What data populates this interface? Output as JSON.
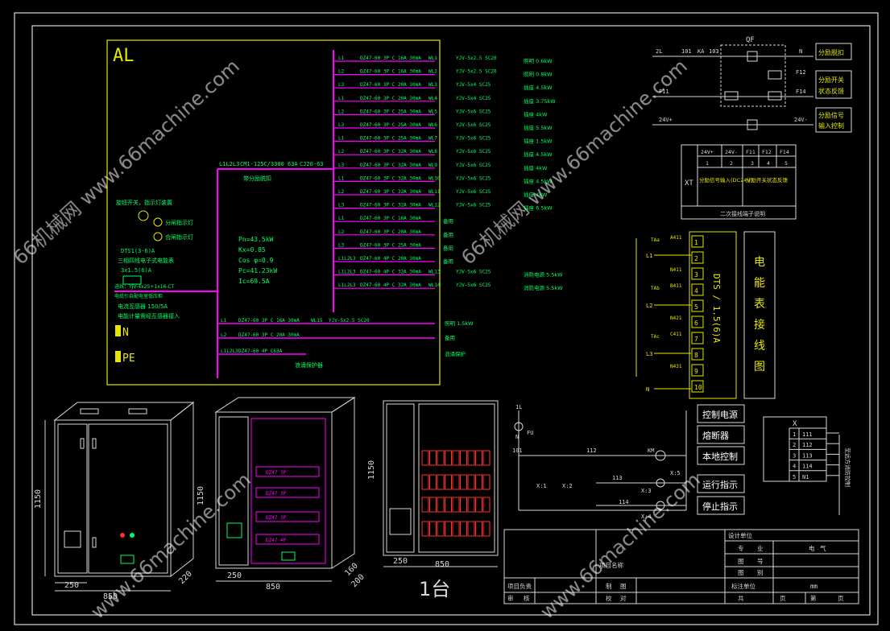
{
  "panel": {
    "title": "AL",
    "incoming_note": "进线：YJV-4x25+1x16-CT",
    "incoming_note2": "电缆引自配电室低压柜",
    "main_breaker": "CM1-125C/3300 63A",
    "main_breaker_note": "带分励脱扣",
    "contactor": "CJ20-63",
    "meter_label": "DTS1(3-6)A",
    "meter_desc": "三相四线电子式电能表",
    "meter_spec": "3x1.5(6)A",
    "ct_label": "电流互感器 150/5A",
    "ct_note": "电能计量需经互感器接入",
    "surge": "浪涌保护器",
    "switch_note": "旋钮开关，指示灯装置",
    "lamp1": "分闸指示灯",
    "lamp2": "合闸指示灯",
    "neutral_bus": "N",
    "pe_bus": "PE",
    "calc": {
      "pn": "Pn=43.5kW",
      "kx": "Kx=0.85",
      "cos": "Cos φ=0.9",
      "pc": "Pc=41.23kW",
      "ic": "Ic=69.5A"
    },
    "circuits": [
      {
        "phase": "L1",
        "breaker": "DZ47-60 3P C 16A 30mA",
        "id": "WL1",
        "cable": "YJV-5x2.5 SC20",
        "load": "照明 0.6kW"
      },
      {
        "phase": "L2",
        "breaker": "DZ47-60 3P C 16A 30mA",
        "id": "WL2",
        "cable": "YJV-5x2.5 SC20",
        "load": "照明 0.8kW"
      },
      {
        "phase": "L3",
        "breaker": "DZ47-60 3P C 20A 30mA",
        "id": "WL3",
        "cable": "YJV-5x4 SC25",
        "load": "插座 4.5kW"
      },
      {
        "phase": "L1",
        "breaker": "DZ47-60 3P C 20A 30mA",
        "id": "WL4",
        "cable": "YJV-5x4 SC25",
        "load": "插座 3.75kW"
      },
      {
        "phase": "L2",
        "breaker": "DZ47-60 3P C 25A 30mA",
        "id": "WL5",
        "cable": "YJV-5x6 SC25",
        "load": "插座 4kW"
      },
      {
        "phase": "L3",
        "breaker": "DZ47-60 3P C 25A 30mA",
        "id": "WL6",
        "cable": "YJV-5x6 SC25",
        "load": "插座 5.5kW"
      },
      {
        "phase": "L1",
        "breaker": "DZ47-60 3P C 25A 30mA",
        "id": "WL7",
        "cable": "YJV-5x6 SC25",
        "load": "插座 1.5kW"
      },
      {
        "phase": "L2",
        "breaker": "DZ47-60 3P C 32A 30mA",
        "id": "WL8",
        "cable": "YJV-5x6 SC25",
        "load": "插座 4.5kW"
      },
      {
        "phase": "L3",
        "breaker": "DZ47-60 3P C 32A 30mA",
        "id": "WL9",
        "cable": "YJV-5x6 SC25",
        "load": "插座 4kW"
      },
      {
        "phase": "L1",
        "breaker": "DZ47-60 3P C 32A 30mA",
        "id": "WL10",
        "cable": "YJV-5x6 SC25",
        "load": "插座 4.5kW"
      },
      {
        "phase": "L2",
        "breaker": "DZ47-60 3P C 32A 30mA",
        "id": "WL11",
        "cable": "YJV-5x6 SC25",
        "load": "插座 4kW"
      },
      {
        "phase": "L3",
        "breaker": "DZ47-60 3P C 32A 30mA",
        "id": "WL12",
        "cable": "YJV-5x6 SC25",
        "load": "插座 6.5kW"
      },
      {
        "phase": "L1",
        "breaker": "DZ47-60 3P C 16A 30mA",
        "id": "",
        "cable": "",
        "load": "备用"
      },
      {
        "phase": "L2",
        "breaker": "DZ47-60 3P C 20A 30mA",
        "id": "",
        "cable": "",
        "load": "备用"
      },
      {
        "phase": "L3",
        "breaker": "DZ47-60 3P C 25A 30mA",
        "id": "",
        "cable": "",
        "load": "备用"
      },
      {
        "phase": "L1L2L3",
        "breaker": "DZ47-60 4P C 20A 30mA",
        "id": "",
        "cable": "",
        "load": "备用"
      },
      {
        "phase": "L1L2L3",
        "breaker": "DZ47-60 4P C 32A 30mA",
        "id": "WL13",
        "cable": "YJV-5x6 SC25",
        "load": "消防电源 5.5kW"
      },
      {
        "phase": "L1L2L3",
        "breaker": "DZ47-60 4P C 32A 30mA",
        "id": "WL14",
        "cable": "YJV-5x6 SC25",
        "load": "消防电源 5.5kW"
      }
    ],
    "lower_circuits": [
      {
        "phase": "L1",
        "breaker": "DZ47-60 3P C 16A 30mA",
        "id": "WL15",
        "cable": "YJV-5x2.5 SC20",
        "load": "照明 1.5kW"
      },
      {
        "phase": "L2",
        "breaker": "DZ47-60 3P C 20A 30mA",
        "id": "",
        "cable": "",
        "load": "备用"
      },
      {
        "phase": "L1L2L3",
        "breaker": "DZ47-60 4P C63A",
        "id": "",
        "cable": "",
        "load": "浪涌保护"
      }
    ]
  },
  "shunt": {
    "qf": "QF",
    "ka": "KA",
    "l2": "2L",
    "n101": "101",
    "n103": "103",
    "n": "N",
    "f11": "F11",
    "f12": "F12",
    "f14": "F14",
    "v24p": "24V+",
    "v24n": "24V-",
    "label1": "分励脱扣",
    "label2a": "分励开关",
    "label2b": "状态反馈",
    "label3a": "分励信号",
    "label3b": "输入控制"
  },
  "xt_table": {
    "name": "XT",
    "headers": [
      "24V+",
      "24V-",
      "F11",
      "F12",
      "F14"
    ],
    "numbers": [
      "1",
      "2",
      "3",
      "4",
      "5"
    ],
    "desc1": "分励信号输入(DC24V)",
    "desc2": "分励开关状态反馈",
    "footer": "二次接线端子说明"
  },
  "meter_wiring": {
    "model": "DTS / 1.5(6)A",
    "title": "电能表接线图",
    "terminals": [
      "1",
      "2",
      "3",
      "4",
      "5",
      "6",
      "7",
      "8",
      "9",
      "10"
    ],
    "labels": [
      "L1",
      "L2",
      "L3",
      "N"
    ],
    "wires": [
      "A411",
      "N411",
      "B411",
      "N421",
      "C411",
      "N431"
    ],
    "tas": [
      "TAa",
      "TAb",
      "TAc"
    ]
  },
  "elevations": {
    "front_width": "850",
    "front_height": "1150",
    "front_door": "250",
    "front_depth": "220",
    "inner_width": "850",
    "inner_height": "1150",
    "inner_door": "250",
    "inner_depth1": "160",
    "inner_depth2": "200",
    "mount_width": "850",
    "mount_height": "1150",
    "mount_door": "250",
    "quantity": "1台",
    "rails": [
      "DZ47 3P",
      "DZ47 3P",
      "DZ47 3P",
      "DZ47 4P"
    ]
  },
  "control": {
    "labels": [
      "控制电源",
      "熔断器",
      "本地控制",
      "运行指示",
      "停止指示"
    ],
    "nodes": [
      "1L",
      "N",
      "101",
      "112",
      "113",
      "114",
      "X:1",
      "X:2",
      "X:3",
      "X:4",
      "X:5",
      "FU",
      "KM"
    ]
  },
  "x_table": {
    "title": "X",
    "rows": [
      [
        "1",
        "111"
      ],
      [
        "2",
        "112"
      ],
      [
        "3",
        "113"
      ],
      [
        "4",
        "114"
      ],
      [
        "5",
        "N1"
      ]
    ],
    "side": "至远方消防控制"
  },
  "title_block": {
    "unit": "设计单位",
    "row1": [
      "专",
      "业",
      "电",
      "气"
    ],
    "row2": [
      "图",
      "号"
    ],
    "row3": [
      "图",
      "别"
    ],
    "row4": [
      "标注单位",
      "mm"
    ],
    "row5": [
      "共",
      "页",
      "第",
      "页"
    ],
    "left": [
      "项目负责",
      "审",
      "核"
    ],
    "mid": [
      "项目名称",
      "制",
      "图",
      "校",
      "对"
    ]
  },
  "watermarks": [
    "66机械网 www.66machine.com",
    "66机械网 www.66machine.com",
    "www.66machine.com",
    "www.66machine.com"
  ]
}
